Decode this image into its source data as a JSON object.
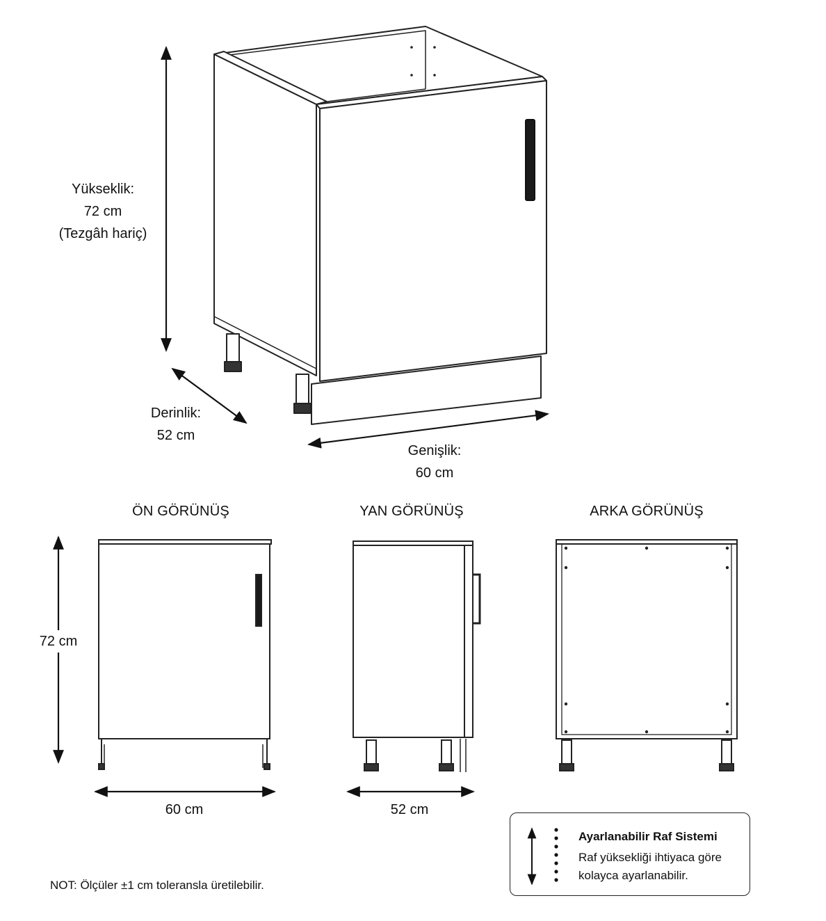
{
  "main_view": {
    "height_label": [
      "Yükseklik:",
      "72 cm",
      "(Tezgâh hariç)"
    ],
    "depth_label": [
      "Derinlik:",
      "52 cm"
    ],
    "width_label": [
      "Genişlik:",
      "60 cm"
    ]
  },
  "views": {
    "front": {
      "title": "ÖN GÖRÜNÜŞ",
      "height_label": "72 cm",
      "width_label": "60 cm"
    },
    "side": {
      "title": "YAN GÖRÜNÜŞ",
      "depth_label": "52 cm"
    },
    "back": {
      "title": "ARKA GÖRÜNÜŞ"
    }
  },
  "note": "NOT: Ölçüler ±1 cm toleransla üretilebilir.",
  "info": {
    "title": "Ayarlanabilir Raf Sistemi",
    "lines": [
      "Raf yüksekliği ihtiyaca göre",
      "kolayca ayarlanabilir."
    ]
  }
}
